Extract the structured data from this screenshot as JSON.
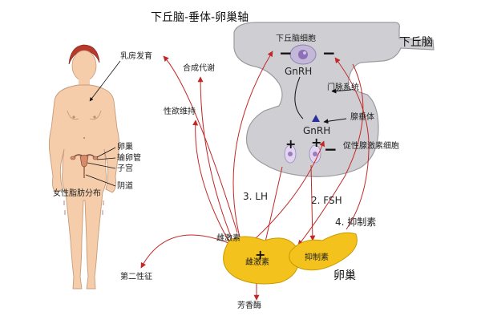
{
  "title": "下丘脑-垂体-卵巢轴",
  "hypothalamus": {
    "label": "下丘脑",
    "cell": "下丘脑细胞",
    "hormone": "GnRH"
  },
  "pituitary": {
    "portal": "门脉系统",
    "label": "腺垂体",
    "hormone": "GnRH",
    "cells": "促性腺激素细胞"
  },
  "hormones": {
    "lh": "3. LH",
    "fsh": "2. FSH",
    "inhibin": "4. 抑制素"
  },
  "ovary": {
    "label": "卵巢",
    "estrogen_out": "雌激素",
    "estrogen_in": "雌激素",
    "inhibin_in": "抑制素",
    "aromatase": "芳香酶"
  },
  "effects": {
    "breast": "乳房发育",
    "metabolism": "合成代谢",
    "libido": "性欲维持",
    "secondary": "第二性征"
  },
  "body": {
    "ovary": "卵巢",
    "tube": "输卵管",
    "uterus": "子宫",
    "vagina": "阴道",
    "fat": "女性脂肪分布"
  },
  "signs": {
    "plus": "+",
    "minus": "−"
  },
  "colors": {
    "pituitary_fill": "#cfcfd3",
    "pituitary_stroke": "#9a9aa0",
    "ovary_fill": "#f3c21c",
    "ovary_stroke": "#c99a00",
    "arrow": "#c22828",
    "skin": "#f5cdaa",
    "hair": "#b7382d"
  }
}
